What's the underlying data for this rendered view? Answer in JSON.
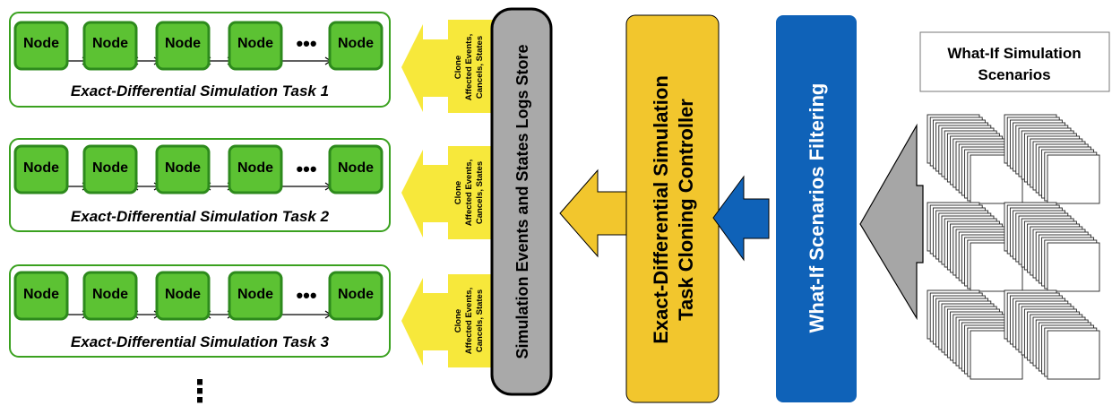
{
  "tasks": [
    {
      "node_labels": [
        "Node",
        "Node",
        "Node",
        "Node",
        "Node"
      ],
      "ellipsis": "•••",
      "title": "Exact-Differential Simulation Task 1"
    },
    {
      "node_labels": [
        "Node",
        "Node",
        "Node",
        "Node",
        "Node"
      ],
      "ellipsis": "•••",
      "title": "Exact-Differential Simulation Task 2"
    },
    {
      "node_labels": [
        "Node",
        "Node",
        "Node",
        "Node",
        "Node"
      ],
      "ellipsis": "•••",
      "title": "Exact-Differential Simulation Task 3"
    }
  ],
  "more_tasks_marker": "⋮",
  "clone_arrow": {
    "line1": "Clone",
    "line2": "Affected Events,",
    "line3": "Cancels, States"
  },
  "store_bar": {
    "label": "Simulation Events and States Logs Store"
  },
  "controller_bar": {
    "line1": "Exact-Differential Simulation",
    "line2": "Task Cloning Controller"
  },
  "filter_bar": {
    "label": "What-If Scenarios Filtering"
  },
  "scenarios_box": {
    "line1": "What-If Simulation",
    "line2": "Scenarios"
  },
  "colors": {
    "node_fill": "#5cc233",
    "node_border": "#2d8a1c",
    "task_border": "#3aa11f",
    "yellow": "#f7e83b",
    "controller_yellow": "#f2c62d",
    "store_gray": "#a9a9a9",
    "filter_blue": "#0f62b8",
    "gray_arrow": "#a6a6a6"
  }
}
